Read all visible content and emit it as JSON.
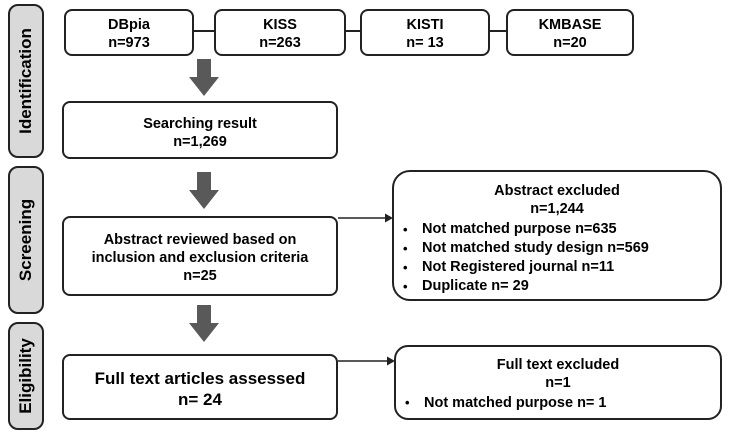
{
  "stages": [
    "Identification",
    "Screening",
    "Eligibility"
  ],
  "sources": [
    {
      "name": "DBpia",
      "count": "n=973"
    },
    {
      "name": "KISS",
      "count": "n=263"
    },
    {
      "name": "KISTI",
      "count": "n= 13"
    },
    {
      "name": "KMBASE",
      "count": "n=20"
    }
  ],
  "searching": {
    "title": "Searching result",
    "count": "n=1,269"
  },
  "abstract_reviewed": {
    "line1": "Abstract reviewed based on",
    "line2": "inclusion and exclusion criteria",
    "count": "n=25"
  },
  "abstract_excluded": {
    "title": "Abstract excluded",
    "count": "n=1,244",
    "reasons": [
      "Not matched purpose  n=635",
      "Not matched study design  n=569",
      "Not  Registered journal  n=11",
      "Duplicate n= 29"
    ]
  },
  "fulltext_assessed": {
    "title": "Full text articles assessed",
    "count": "n= 24"
  },
  "fulltext_excluded": {
    "title": "Full text excluded",
    "count": "n=1",
    "reasons": [
      "Not matched purpose  n= 1"
    ]
  },
  "colors": {
    "stage_fill": "#d9d9d9",
    "border": "#222222",
    "arrow": "#595959"
  }
}
